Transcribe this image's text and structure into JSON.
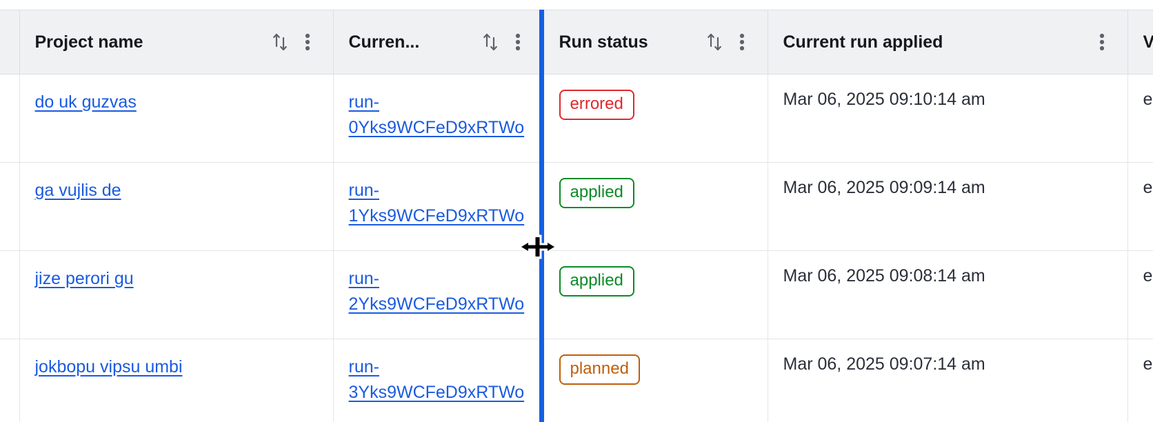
{
  "table": {
    "columns": [
      {
        "key": "gutter",
        "label": "",
        "has_sort": false,
        "has_menu": false
      },
      {
        "key": "project",
        "label": "Project name",
        "has_sort": true,
        "has_menu": true
      },
      {
        "key": "currentrun",
        "label": "Curren...",
        "has_sort": true,
        "has_menu": true
      },
      {
        "key": "runstatus",
        "label": "Run status",
        "has_sort": true,
        "has_menu": true
      },
      {
        "key": "applied",
        "label": "Current run applied",
        "has_sort": false,
        "has_menu": true
      },
      {
        "key": "last",
        "label": "V",
        "has_sort": false,
        "has_menu": false
      }
    ],
    "rows": [
      {
        "project_name": "do uk guzvas",
        "current_run": "run-0Yks9WCFeD9xRTWo",
        "run_status": "errored",
        "status_kind": "errored",
        "current_run_applied": "Mar 06, 2025 09:10:14 am",
        "last_col": "e"
      },
      {
        "project_name": "ga vujlis de",
        "current_run": "run-1Yks9WCFeD9xRTWo",
        "run_status": "applied",
        "status_kind": "applied",
        "current_run_applied": "Mar 06, 2025 09:09:14 am",
        "last_col": "e"
      },
      {
        "project_name": "jize perori gu",
        "current_run": "run-2Yks9WCFeD9xRTWo",
        "run_status": "applied",
        "status_kind": "applied",
        "current_run_applied": "Mar 06, 2025 09:08:14 am",
        "last_col": "e"
      },
      {
        "project_name": "jokbopu vipsu umbi",
        "current_run": "run-3Yks9WCFeD9xRTWo",
        "run_status": "planned",
        "status_kind": "planned",
        "current_run_applied": "Mar 06, 2025 09:07:14 am",
        "last_col": "e"
      }
    ]
  },
  "icons": {
    "sort": "sort-ascending-descending-icon",
    "menu": "column-options-kebab-icon",
    "cursor": "col-resize-cursor"
  },
  "interaction": {
    "resize_indicator_visible": true,
    "resize_indicator_color": "#1560e0"
  },
  "colors": {
    "link": "#1a5ae0",
    "errored": "#e0282e",
    "applied": "#0c8a27",
    "planned": "#bf5e0b",
    "header_bg": "#f0f1f3",
    "border": "#dcdee3"
  }
}
